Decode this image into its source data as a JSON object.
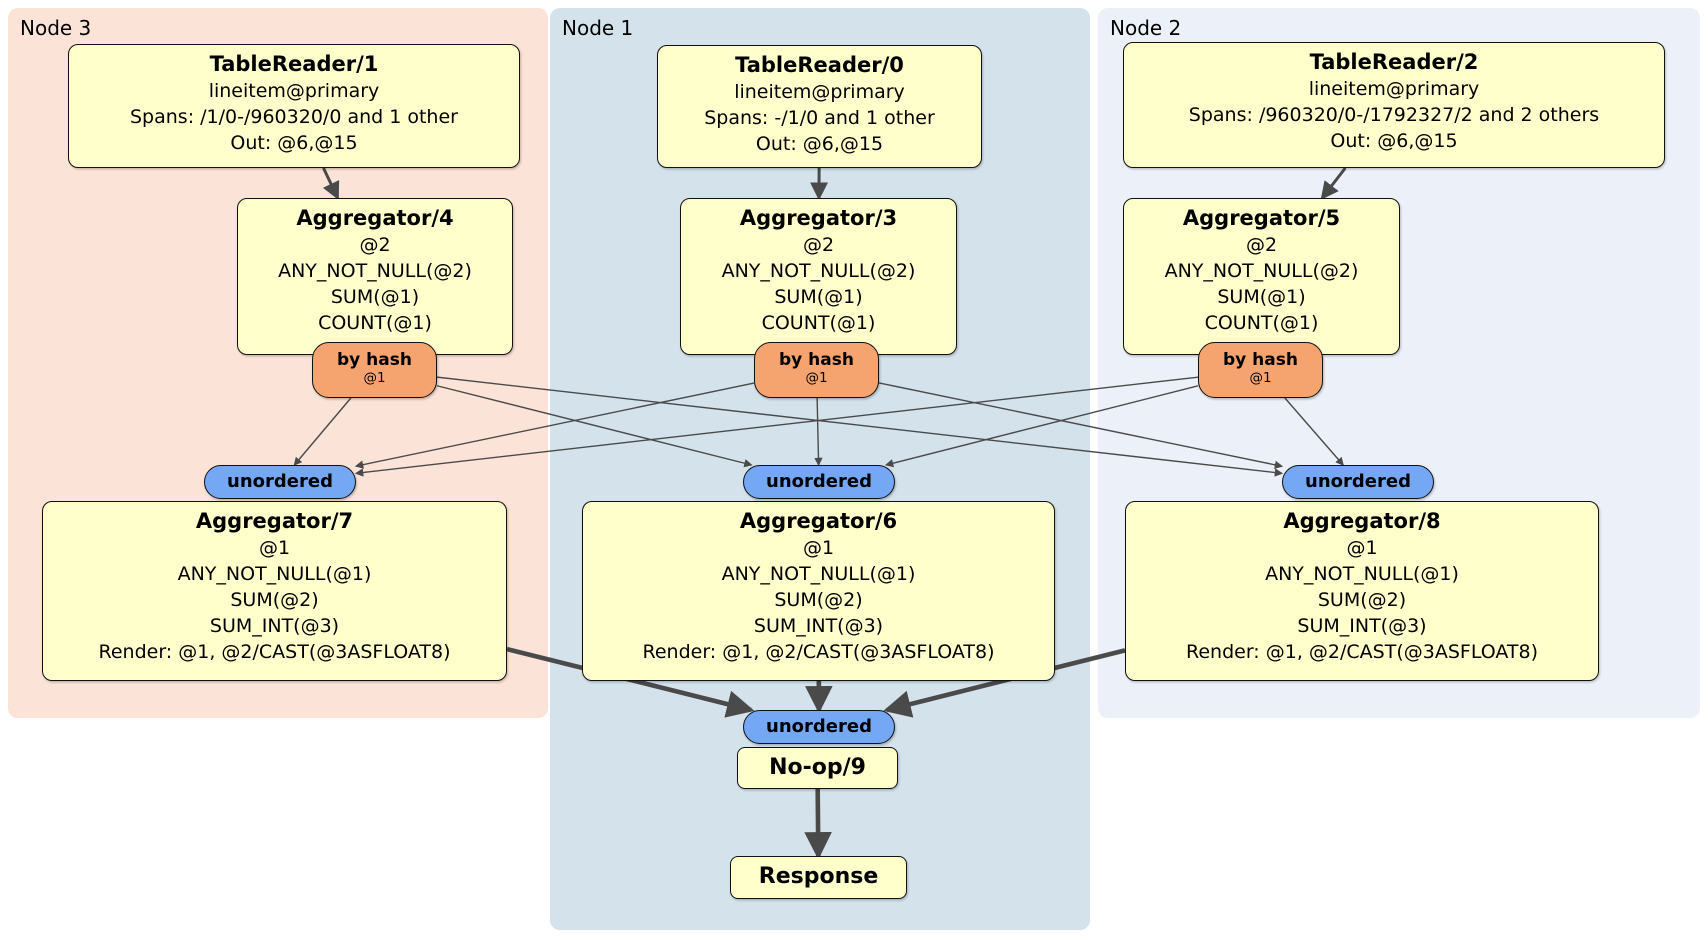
{
  "colors": {
    "node3_bg": "#fce3d7",
    "node1_bg": "#d4e2ec",
    "node2_bg": "#ecf1f9",
    "box_bg": "#ffffcc",
    "router_bg": "#f6a46f",
    "sync_bg": "#74a7f4",
    "edge_color": "#4a4a4a"
  },
  "groups": [
    {
      "label": "Node 3",
      "table_reader": {
        "title": "TableReader/1",
        "index": "lineitem@primary",
        "spans": "Spans: /1/0-/960320/0 and 1 other",
        "out": "Out: @6,@15"
      },
      "aggregator_top": {
        "title": "Aggregator/4",
        "lines": [
          "@2",
          "ANY_NOT_NULL(@2)",
          "SUM(@1)",
          "COUNT(@1)"
        ]
      },
      "router": {
        "label": "by hash",
        "detail": "@1"
      },
      "sync": {
        "label": "unordered"
      },
      "aggregator_bottom": {
        "title": "Aggregator/7",
        "lines": [
          "@1",
          "ANY_NOT_NULL(@1)",
          "SUM(@2)",
          "SUM_INT(@3)",
          "Render: @1, @2/CAST(@3ASFLOAT8)"
        ]
      }
    },
    {
      "label": "Node 1",
      "table_reader": {
        "title": "TableReader/0",
        "index": "lineitem@primary",
        "spans": "Spans: -/1/0 and 1 other",
        "out": "Out: @6,@15"
      },
      "aggregator_top": {
        "title": "Aggregator/3",
        "lines": [
          "@2",
          "ANY_NOT_NULL(@2)",
          "SUM(@1)",
          "COUNT(@1)"
        ]
      },
      "router": {
        "label": "by hash",
        "detail": "@1"
      },
      "sync": {
        "label": "unordered"
      },
      "aggregator_bottom": {
        "title": "Aggregator/6",
        "lines": [
          "@1",
          "ANY_NOT_NULL(@1)",
          "SUM(@2)",
          "SUM_INT(@3)",
          "Render: @1, @2/CAST(@3ASFLOAT8)"
        ]
      }
    },
    {
      "label": "Node 2",
      "table_reader": {
        "title": "TableReader/2",
        "index": "lineitem@primary",
        "spans": "Spans: /960320/0-/1792327/2 and 2 others",
        "out": "Out: @6,@15"
      },
      "aggregator_top": {
        "title": "Aggregator/5",
        "lines": [
          "@2",
          "ANY_NOT_NULL(@2)",
          "SUM(@1)",
          "COUNT(@1)"
        ]
      },
      "router": {
        "label": "by hash",
        "detail": "@1"
      },
      "sync": {
        "label": "unordered"
      },
      "aggregator_bottom": {
        "title": "Aggregator/8",
        "lines": [
          "@1",
          "ANY_NOT_NULL(@1)",
          "SUM(@2)",
          "SUM_INT(@3)",
          "Render: @1, @2/CAST(@3ASFLOAT8)"
        ]
      }
    }
  ],
  "final": {
    "sync": {
      "label": "unordered"
    },
    "noop": {
      "title": "No-op/9"
    },
    "response": {
      "title": "Response"
    }
  },
  "edges": [
    {
      "from": "tr-n3",
      "to": "agg-top-n3",
      "kind": "mid"
    },
    {
      "from": "tr-n1",
      "to": "agg-top-n1",
      "kind": "mid"
    },
    {
      "from": "tr-n2",
      "to": "agg-top-n2",
      "kind": "mid"
    },
    {
      "from": "router-n3",
      "to": "sync-n3",
      "kind": "thin"
    },
    {
      "from": "router-n3",
      "to": "sync-n1",
      "kind": "thin"
    },
    {
      "from": "router-n3",
      "to": "sync-n2",
      "kind": "thin"
    },
    {
      "from": "router-n1",
      "to": "sync-n3",
      "kind": "thin"
    },
    {
      "from": "router-n1",
      "to": "sync-n1",
      "kind": "thin"
    },
    {
      "from": "router-n1",
      "to": "sync-n2",
      "kind": "thin"
    },
    {
      "from": "router-n2",
      "to": "sync-n3",
      "kind": "thin"
    },
    {
      "from": "router-n2",
      "to": "sync-n1",
      "kind": "thin"
    },
    {
      "from": "router-n2",
      "to": "sync-n2",
      "kind": "thin"
    },
    {
      "from": "agg-bot-n3",
      "to": "sync-final",
      "kind": "thick"
    },
    {
      "from": "agg-bot-n1",
      "to": "sync-final",
      "kind": "thick"
    },
    {
      "from": "agg-bot-n2",
      "to": "sync-final",
      "kind": "thick"
    },
    {
      "from": "noop",
      "to": "response",
      "kind": "thick"
    }
  ]
}
